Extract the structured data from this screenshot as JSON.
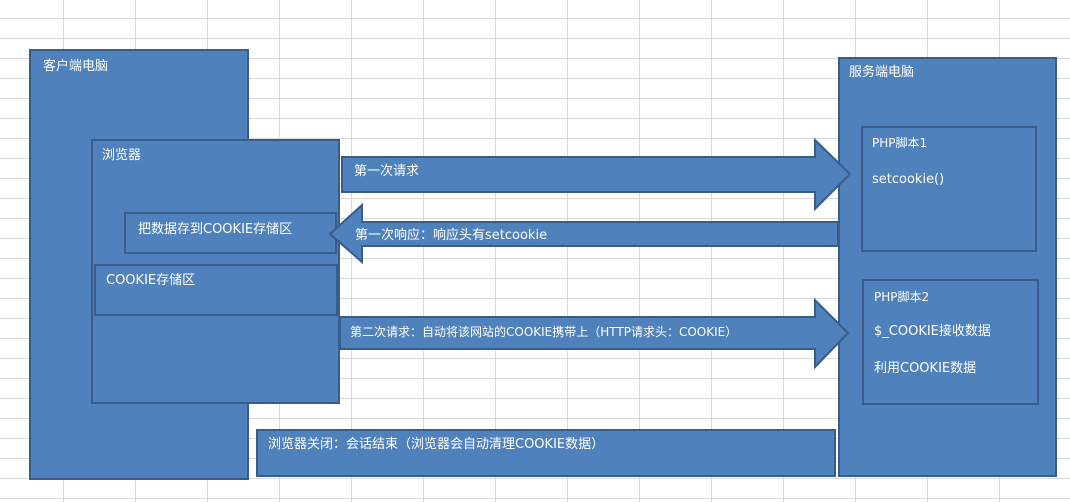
{
  "client": {
    "title": "客户端电脑",
    "browser": {
      "title": "浏览器",
      "store_action": "把数据存到COOKIE存储区",
      "cookie_storage": "COOKIE存储区"
    }
  },
  "server": {
    "title": "服务端电脑",
    "script1": {
      "title": "PHP脚本1",
      "code": "setcookie()"
    },
    "script2": {
      "title": "PHP脚本2",
      "line1": "$_COOKIE接收数据",
      "line2": "利用COOKIE数据"
    }
  },
  "arrows": {
    "first_request": "第一次请求",
    "first_response": "第一次响应：响应头有setcookie",
    "second_request": "第二次请求：自动将该网站的COOKIE携带上（HTTP请求头：COOKIE）"
  },
  "session_end": "浏览器关闭：会话结束（浏览器会自动清理COOKIE数据）",
  "colors": {
    "fill": "#4f81bd",
    "stroke": "#385d8a",
    "text": "#ffffff"
  }
}
